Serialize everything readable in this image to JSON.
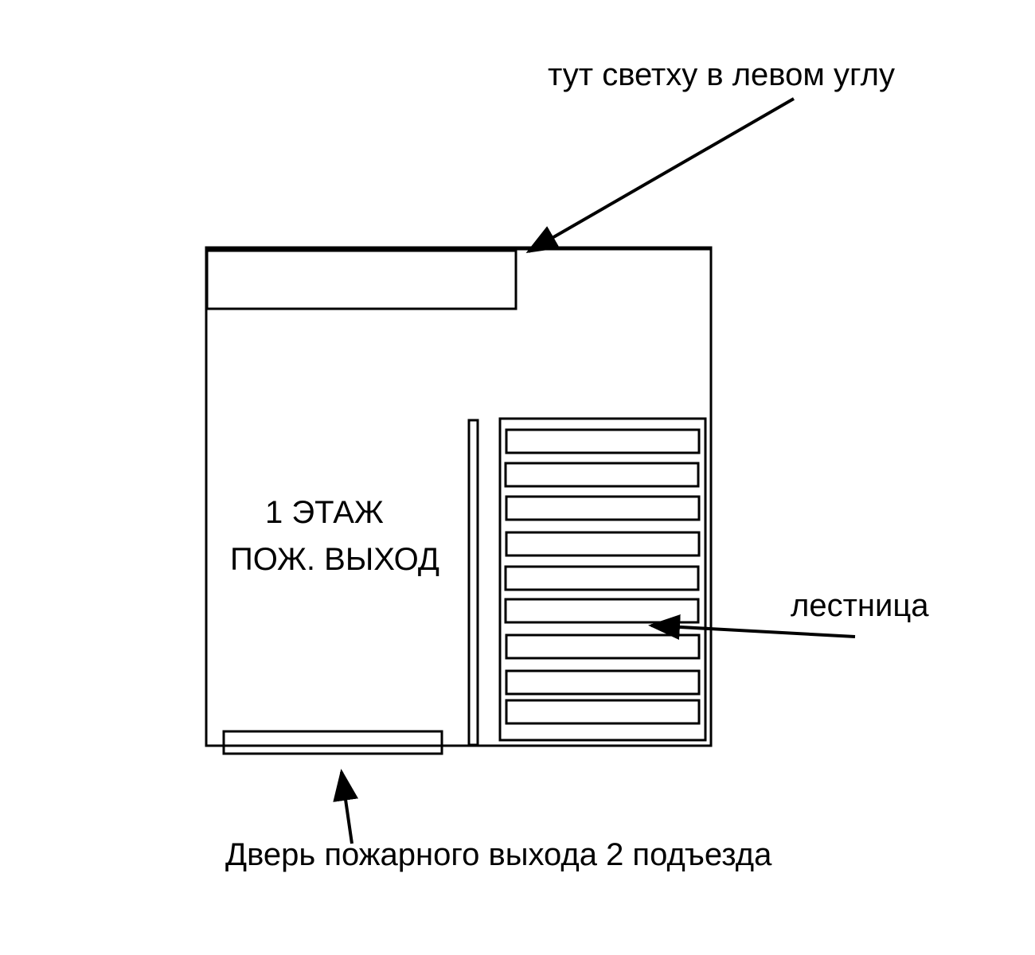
{
  "plan": {
    "floor_label": "1 ЭТАЖ",
    "exit_label": "ПОЖ. ВЫХОД"
  },
  "callouts": {
    "window_note": "тут светху в левом углу",
    "stairs_note": "лестница",
    "door_note": "Дверь пожарного выхода 2 подъезда"
  },
  "colors": {
    "line": "#000000",
    "background": "#ffffff"
  }
}
